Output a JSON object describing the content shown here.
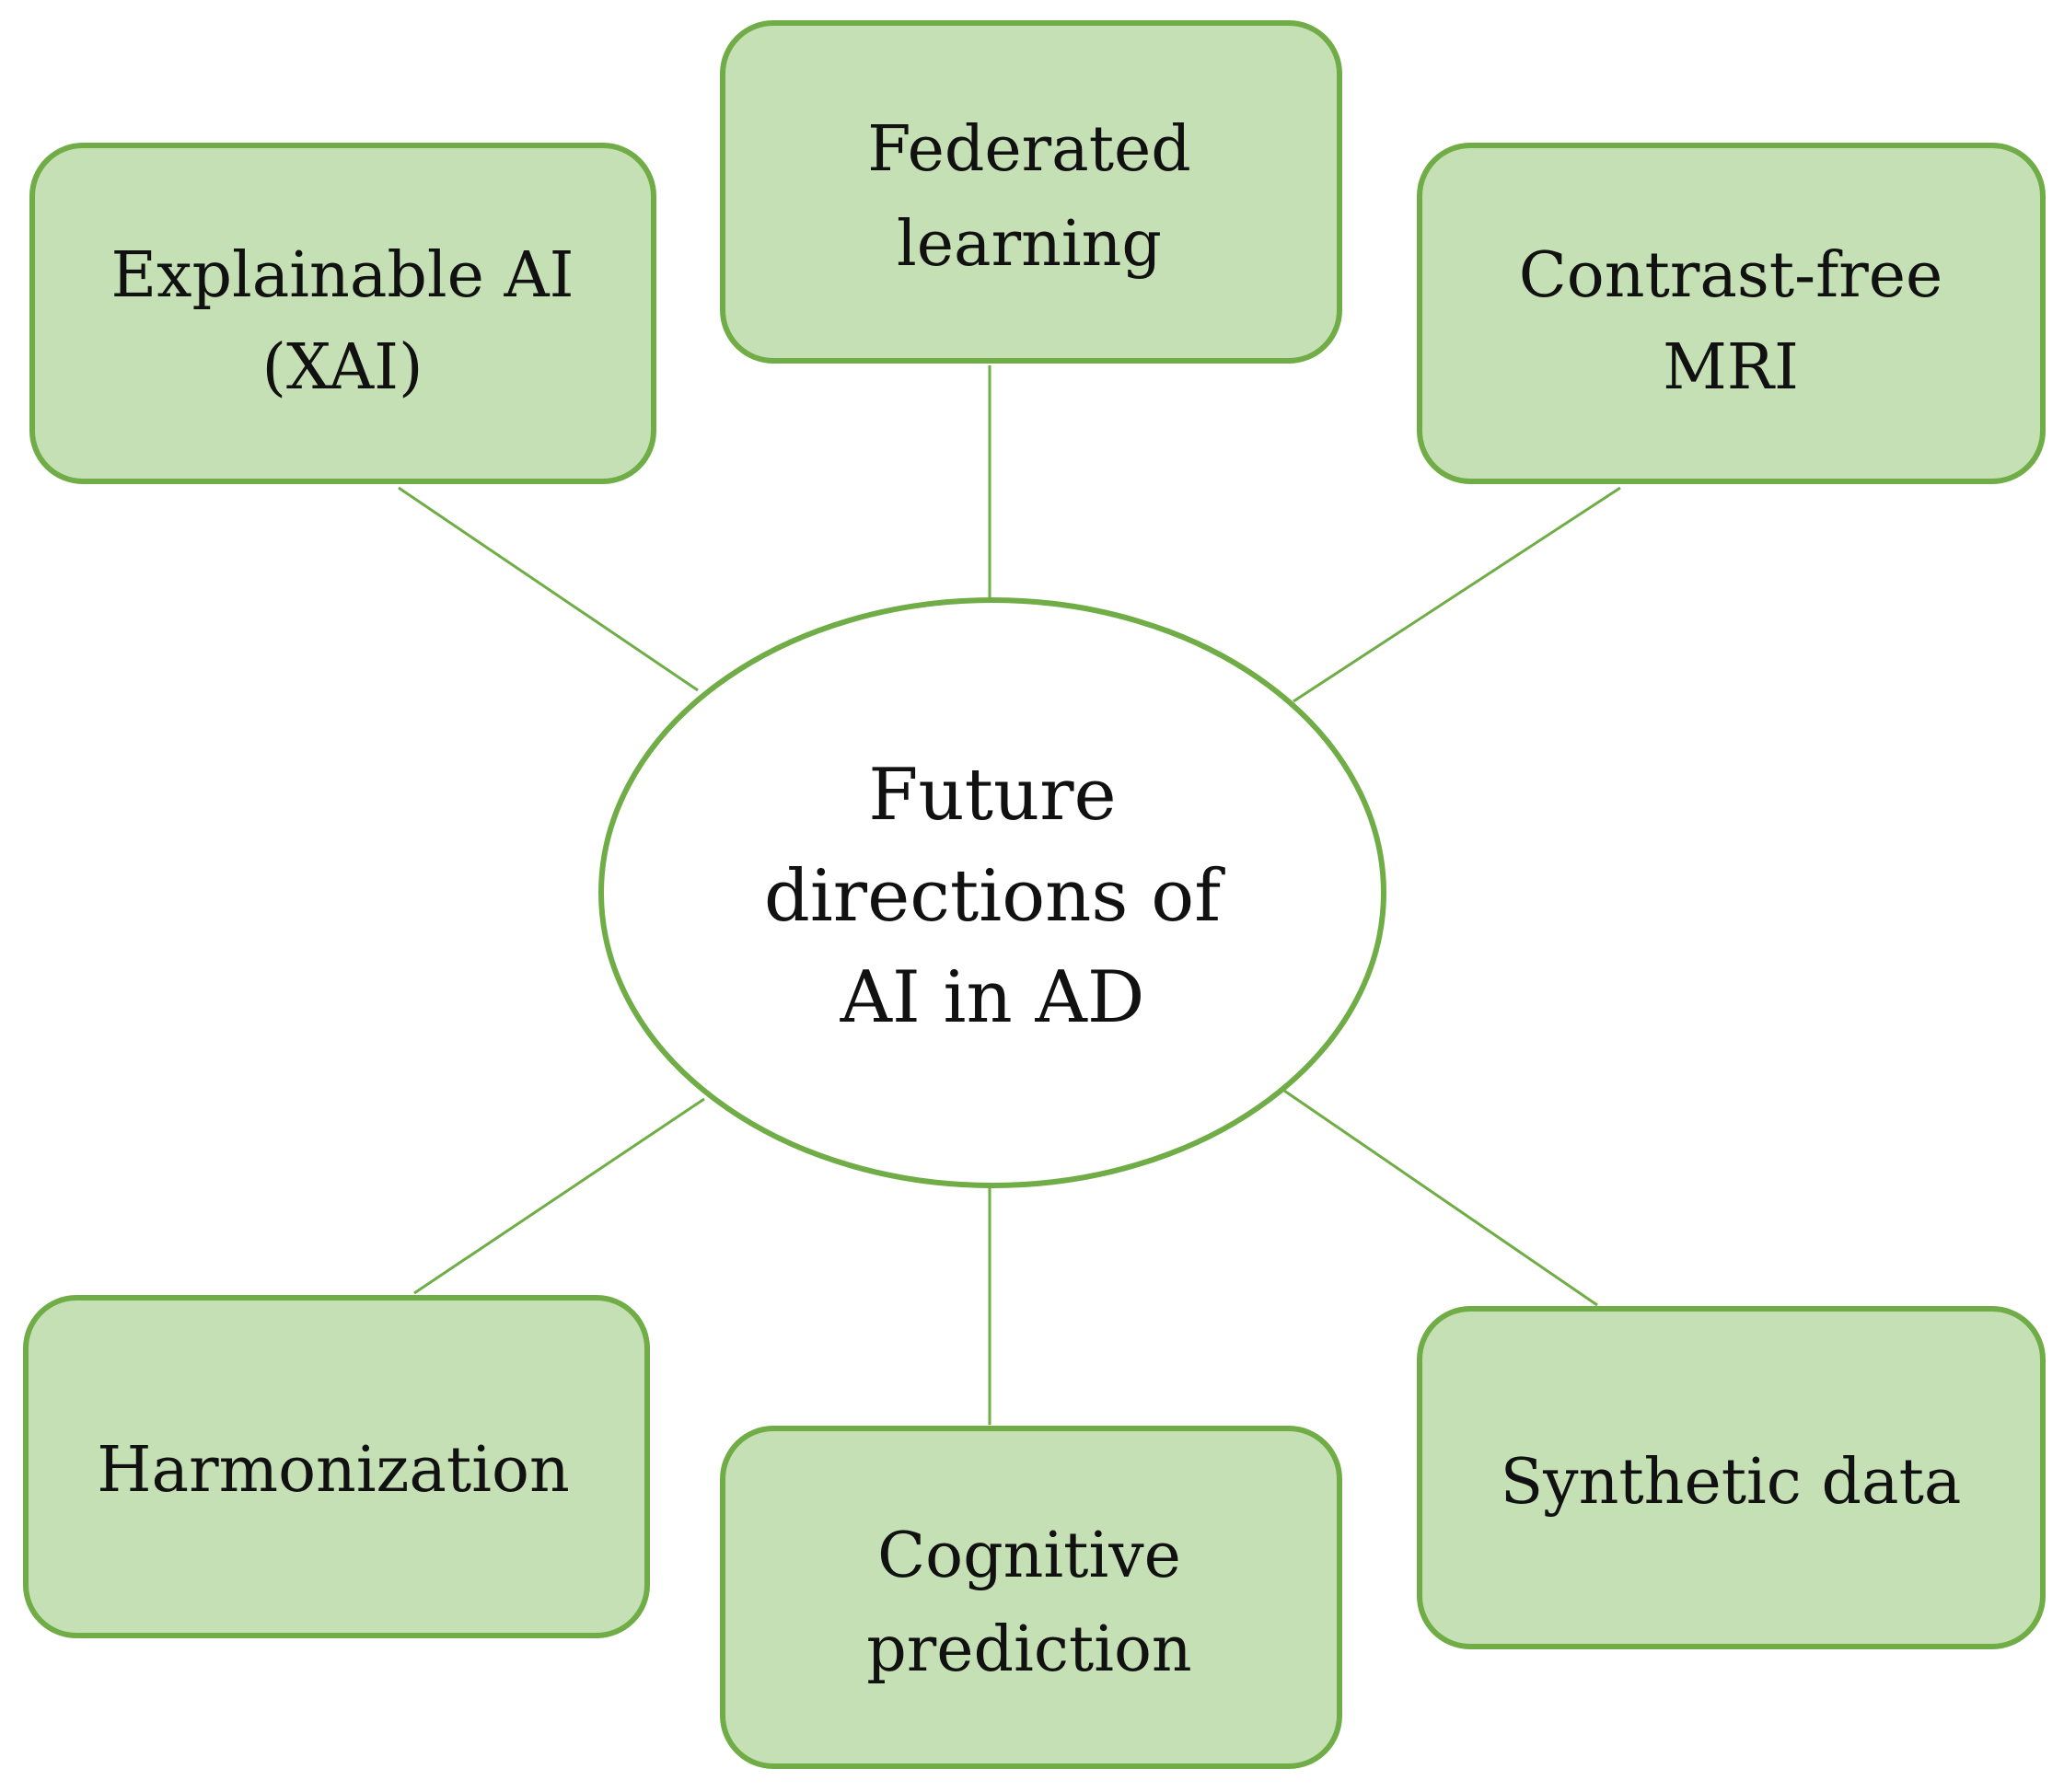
{
  "center": {
    "lines": [
      "Future",
      "directions of",
      "AI in AD"
    ]
  },
  "nodes": [
    {
      "id": "explainable-ai",
      "lines": [
        "Explainable AI",
        "(XAI)"
      ]
    },
    {
      "id": "federated-learning",
      "lines": [
        "Federated",
        "learning"
      ]
    },
    {
      "id": "contrast-free-mri",
      "lines": [
        "Contrast-free",
        "MRI"
      ]
    },
    {
      "id": "harmonization",
      "lines": [
        "Harmonization"
      ]
    },
    {
      "id": "cognitive-prediction",
      "lines": [
        "Cognitive",
        "prediction"
      ]
    },
    {
      "id": "synthetic-data",
      "lines": [
        "Synthetic data"
      ]
    }
  ],
  "colors": {
    "box_fill": "#c5e0b4",
    "border": "#70ad47",
    "ellipse_fill": "#ffffff",
    "text": "#111111"
  }
}
